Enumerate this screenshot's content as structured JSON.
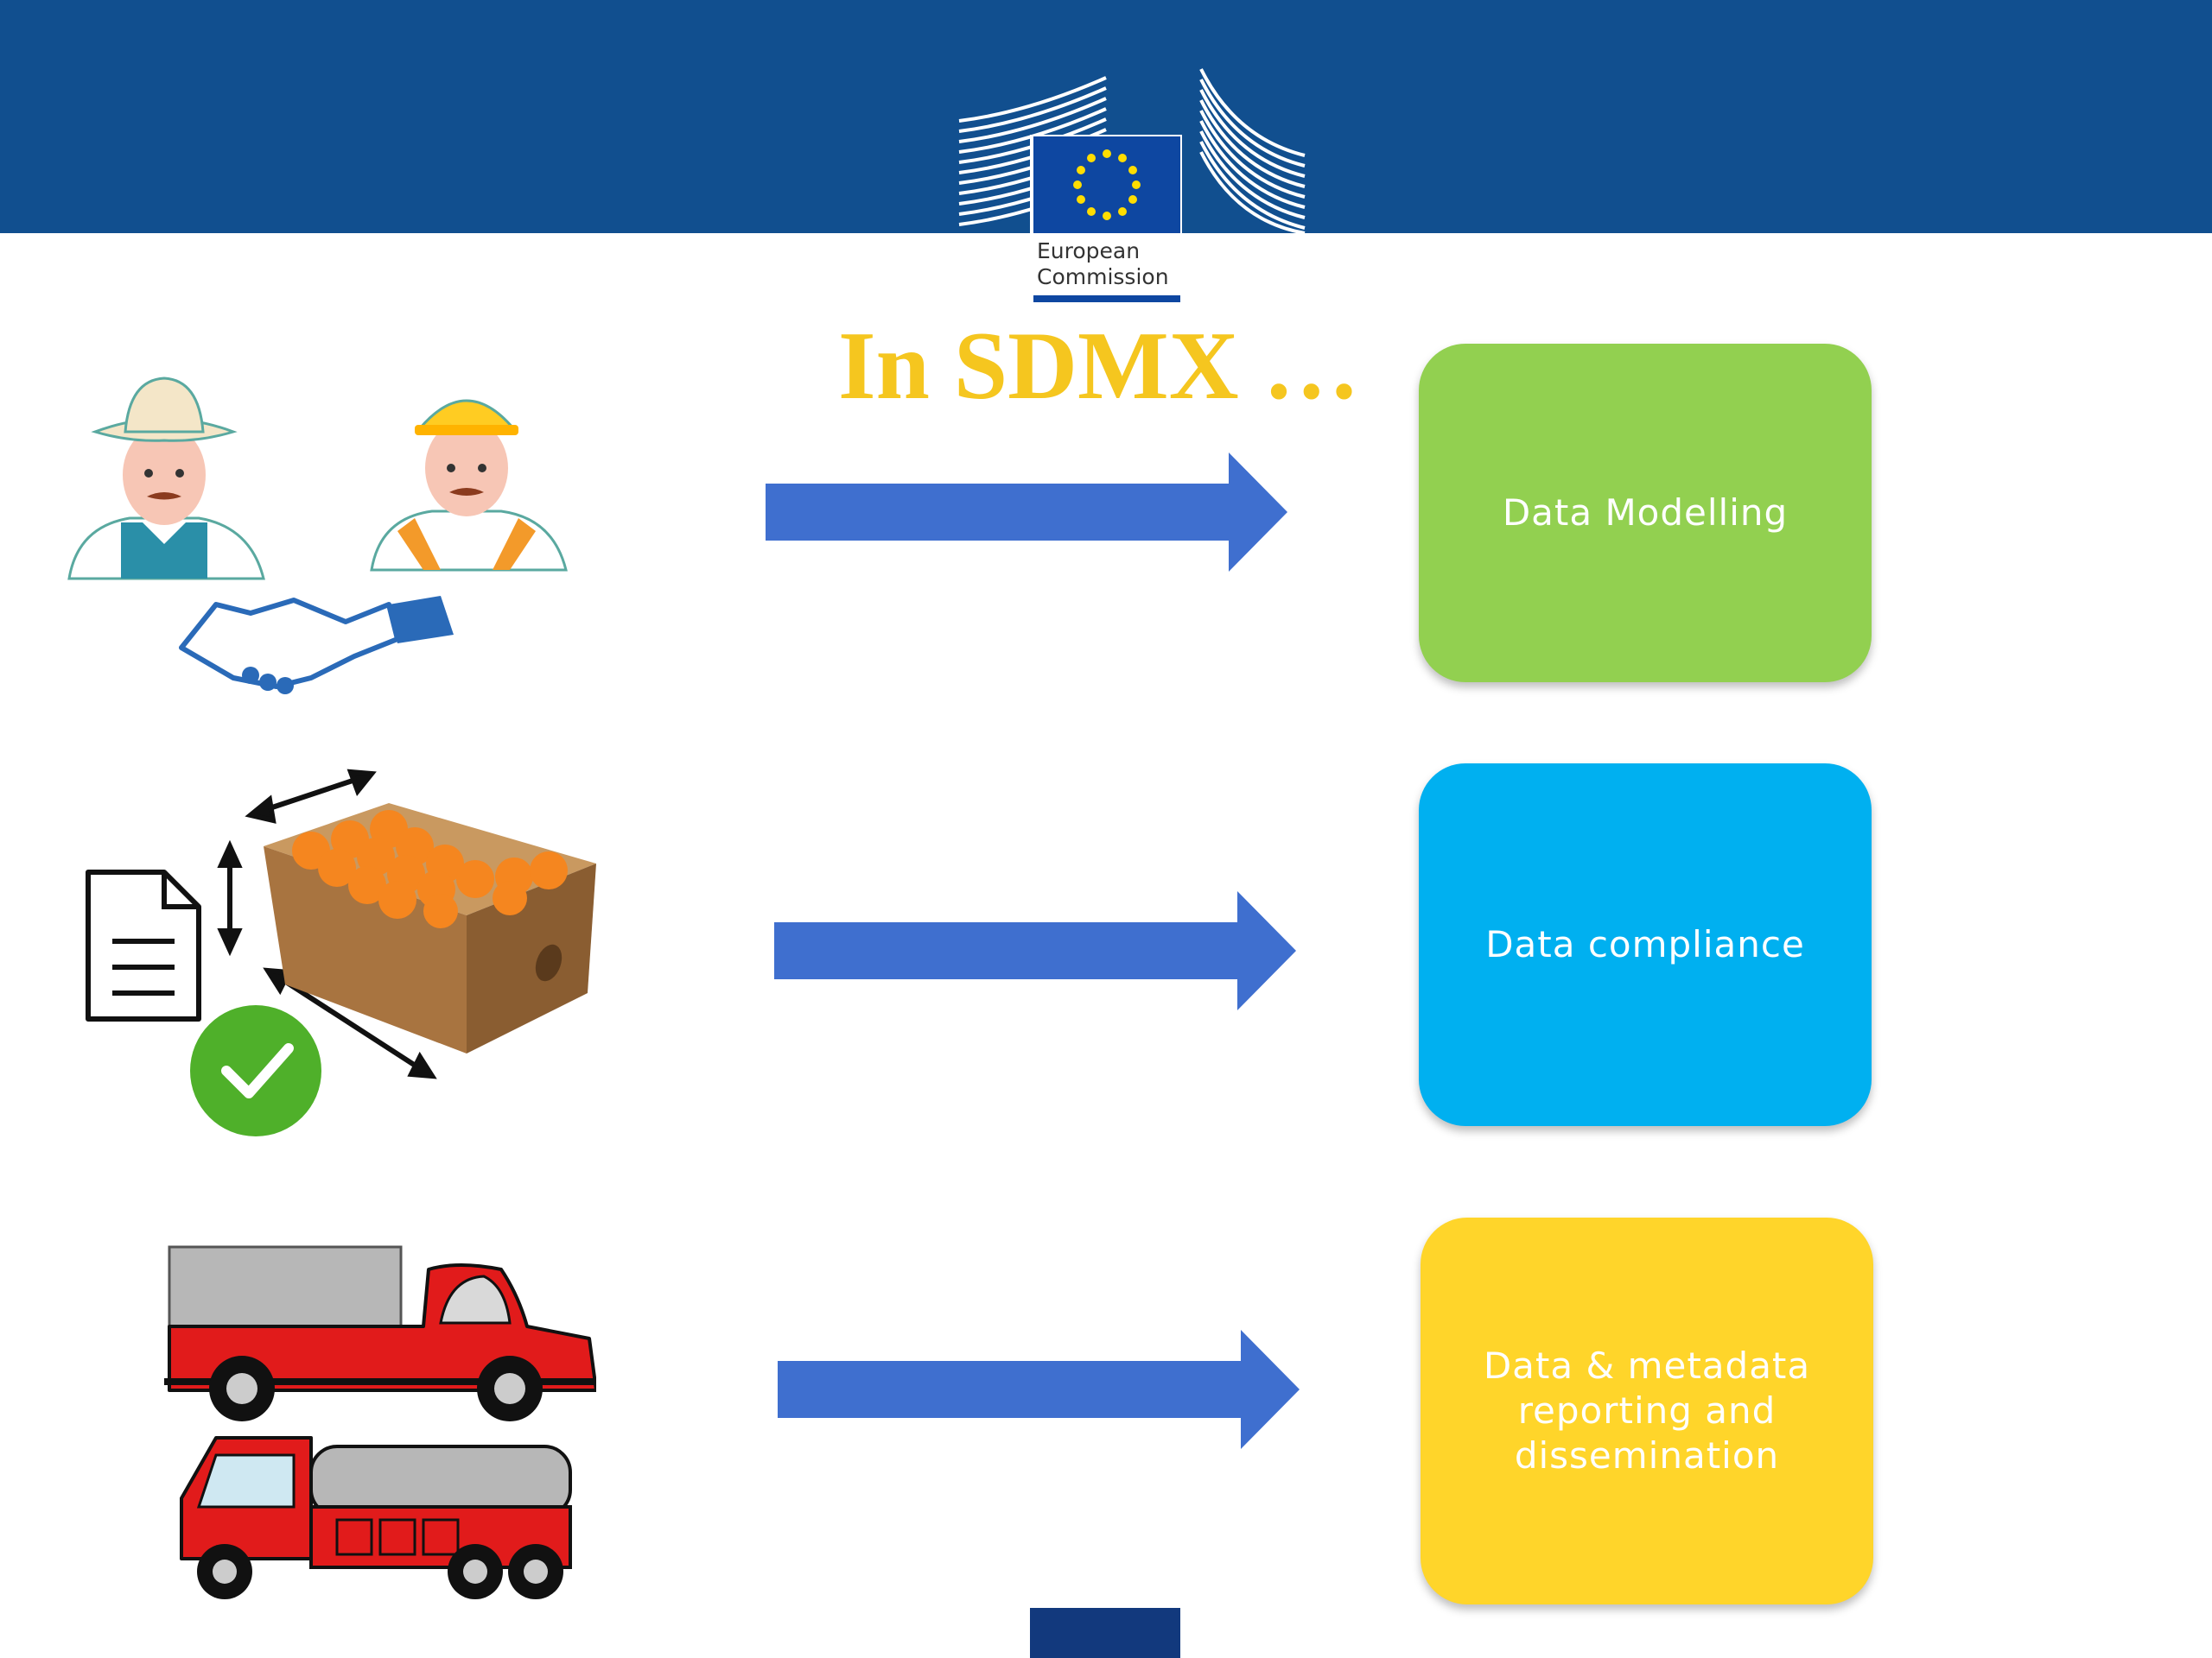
{
  "header": {
    "logo_line1": "European",
    "logo_line2": "Commission",
    "band_color": "#114f8f"
  },
  "title": "In SDMX …",
  "rows": [
    {
      "illustration": "farmer-and-worker-handshake-illustration",
      "box_label": "Data Modelling",
      "box_color": "#92d050"
    },
    {
      "illustration": "document-box-of-oranges-checkmark-illustration",
      "box_label": "Data compliance",
      "box_color": "#00b0f0"
    },
    {
      "illustration": "delivery-trucks-illustration",
      "box_label": "Data & metadata reporting and dissemination",
      "box_color": "#ffd52a"
    }
  ],
  "colors": {
    "arrow": "#3f6fcf",
    "title": "#f5c61f",
    "footer": "#12397d"
  }
}
